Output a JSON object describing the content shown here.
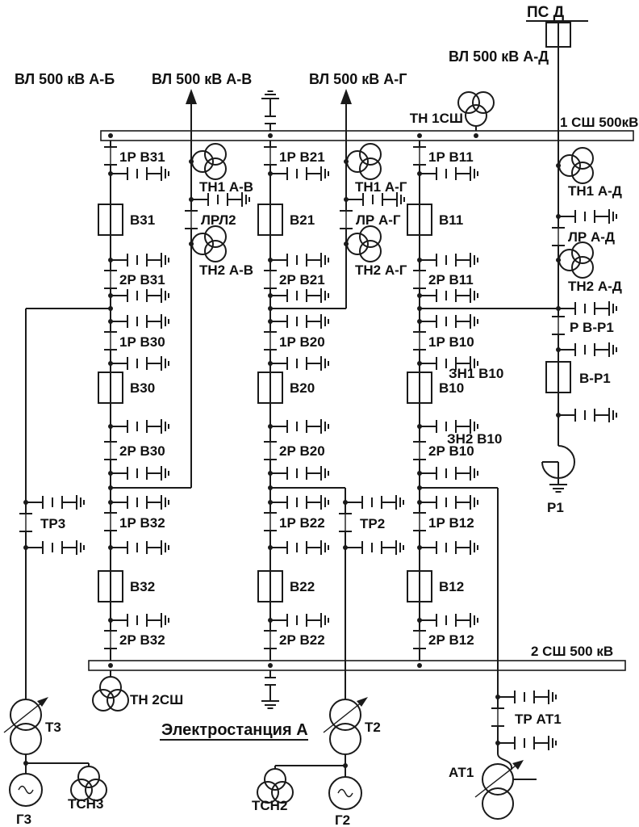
{
  "diagram": {
    "title": "Электростанция А",
    "remote_substation": "ПС Д",
    "lines": {
      "ab": "ВЛ 500 кВ А-Б",
      "av": "ВЛ 500 кВ А-В",
      "ag": "ВЛ 500 кВ А-Г",
      "ad": "ВЛ 500 кВ А-Д"
    },
    "buses": {
      "bus1": "1 СШ 500кВ",
      "bus2": "2 СШ 500 кВ",
      "bus1_vt": "ТН 1СШ",
      "bus2_vt": "ТН 2СШ"
    },
    "bays": {
      "av": {
        "vt1": "ТН1 А-В",
        "disconnector": "ЛРЛ2",
        "vt2": "ТН2 А-В"
      },
      "ag": {
        "vt1": "ТН1 А-Г",
        "disconnector": "ЛР А-Г",
        "vt2": "ТН2 А-Г"
      },
      "ad": {
        "vt1": "ТН1 А-Д",
        "disconnector": "ЛР А-Д",
        "vt2": "ТН2 А-Д"
      }
    },
    "strings": {
      "s1": {
        "d1": "1Р В11",
        "b1": "В11",
        "d2": "2Р В11",
        "d3": "1Р В10",
        "es1": "ЗН1 В10",
        "b2": "В10",
        "es2": "ЗН2 В10",
        "d4": "2Р В10",
        "d5": "1Р В12",
        "b3": "В12",
        "d6": "2Р В12"
      },
      "s2": {
        "d1": "1Р В21",
        "b1": "В21",
        "d2": "2Р В21",
        "d3": "1Р В20",
        "b2": "В20",
        "d4": "2Р В20",
        "d5": "1Р В22",
        "b3": "В22",
        "d6": "2Р В22"
      },
      "s3": {
        "d1": "1Р В31",
        "b1": "В31",
        "d2": "2Р В31",
        "d3": "1Р В30",
        "b2": "В30",
        "d4": "2Р В30",
        "d5": "1Р В32",
        "b3": "В32",
        "d6": "2Р В32"
      }
    },
    "shunt_reactor_bay": {
      "disconnector": "Р В-Р1",
      "breaker": "В-Р1",
      "reactor": "Р1"
    },
    "transformers": {
      "t3": {
        "name": "Т3",
        "disconnector": "ТР3",
        "aux": "ТСН3",
        "generator": "Г3"
      },
      "t2": {
        "name": "Т2",
        "disconnector": "ТР2",
        "aux": "ТСН2",
        "generator": "Г2"
      },
      "at1": {
        "name": "АТ1",
        "disconnector": "ТР АТ1"
      }
    }
  }
}
